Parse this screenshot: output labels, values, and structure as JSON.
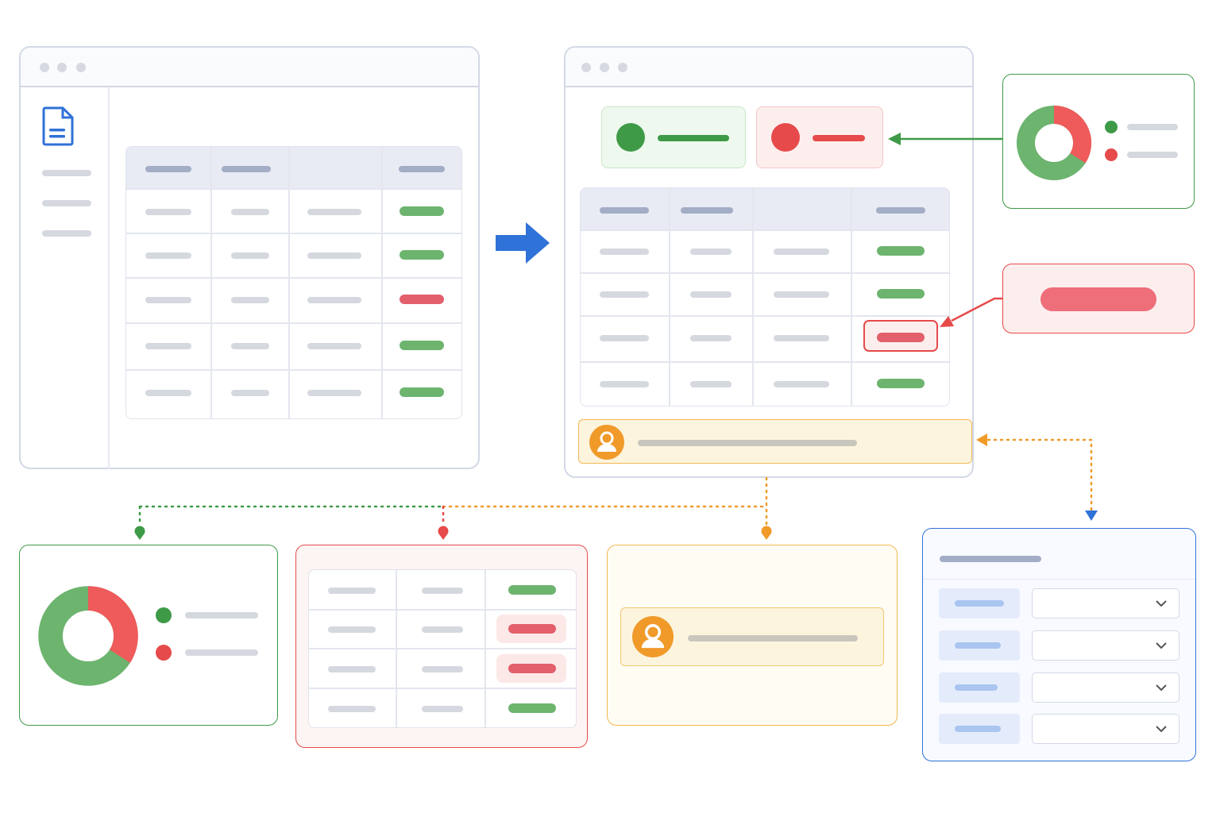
{
  "colors": {
    "green": "#3e9a47",
    "red": "#e64a4a",
    "orange": "#f09a2a",
    "blue": "#2f72d8",
    "table_header": "#e8ebf4",
    "border": "#d3d8e6"
  },
  "icons": [
    "document-icon",
    "arrow-right-icon",
    "user-icon",
    "chevron-down-icon",
    "donut-chart-icon"
  ],
  "source_window": {
    "rows": [
      "ok",
      "ok",
      "error",
      "ok",
      "ok"
    ]
  },
  "result_window": {
    "rows": [
      "ok",
      "ok",
      "error",
      "ok"
    ]
  },
  "status_chart": {
    "type": "pie",
    "slices": [
      {
        "name": "",
        "value": 62,
        "color": "#6db46f"
      },
      {
        "name": "",
        "value": 38,
        "color": "#ef5a5a"
      }
    ]
  },
  "error_table": {
    "rows": [
      "ok",
      "error",
      "error",
      "ok"
    ]
  },
  "form": {
    "fields": 4
  }
}
